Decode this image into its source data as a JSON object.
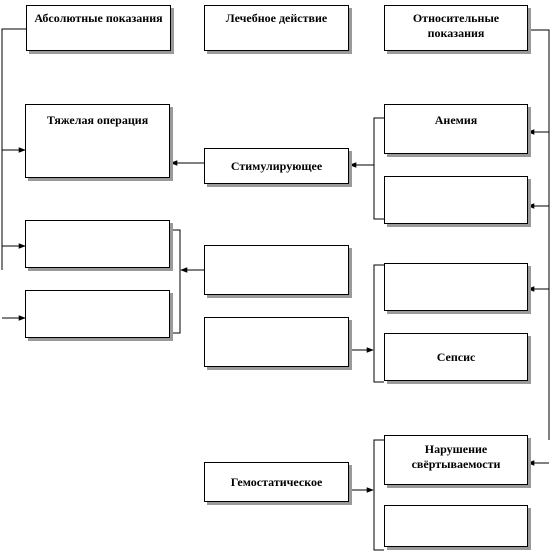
{
  "headers": {
    "absolute": "Абсолютные показания",
    "effect": "Лечебное действие",
    "relative": "Относительные показания"
  },
  "boxes": {
    "heavy_operation": "Тяжелая операция",
    "abs_empty_1": "",
    "abs_empty_2": "",
    "stimulating": "Стимулирующее",
    "effect_empty_1": "",
    "effect_empty_2": "",
    "hemostatic": "Гемостатическое",
    "anemia": "Анемия",
    "rel_empty_1": "",
    "rel_empty_2": "",
    "sepsis": "Сепсис",
    "coagulation": "Нарушение свёртываемости",
    "rel_empty_3": ""
  },
  "colors": {
    "border": "#000000",
    "shadow": "#9a9a9a",
    "background": "#ffffff"
  }
}
